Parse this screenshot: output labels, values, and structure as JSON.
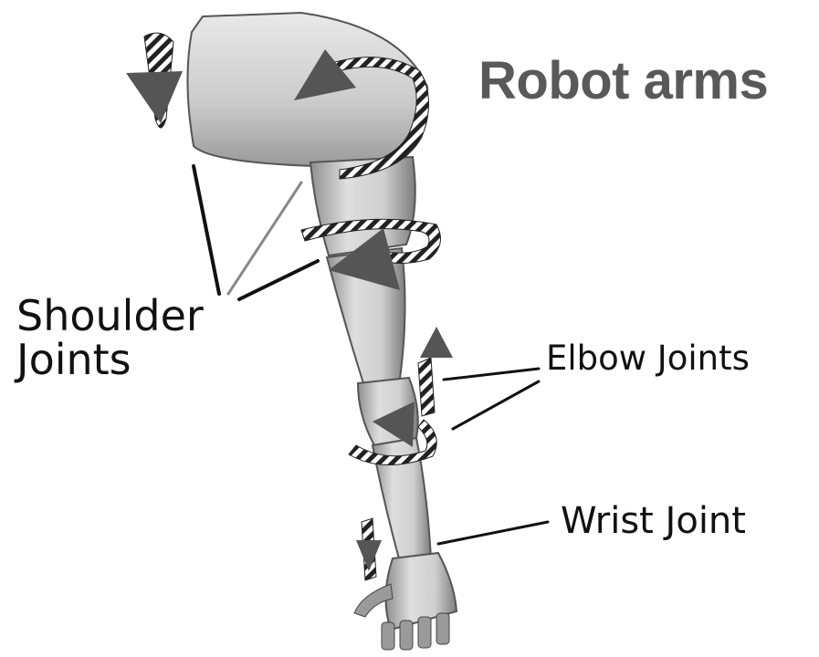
{
  "title": "Robot arms",
  "labels": {
    "shoulder_line1": "Shoulder",
    "shoulder_line2": "Joints",
    "elbow": "Elbow Joints",
    "wrist": "Wrist Joint"
  },
  "colors": {
    "title": "#595959",
    "label": "#111111",
    "arm_light": "#d4d4d4",
    "arm_dark": "#8a8a8a",
    "arrow": "#555555"
  }
}
